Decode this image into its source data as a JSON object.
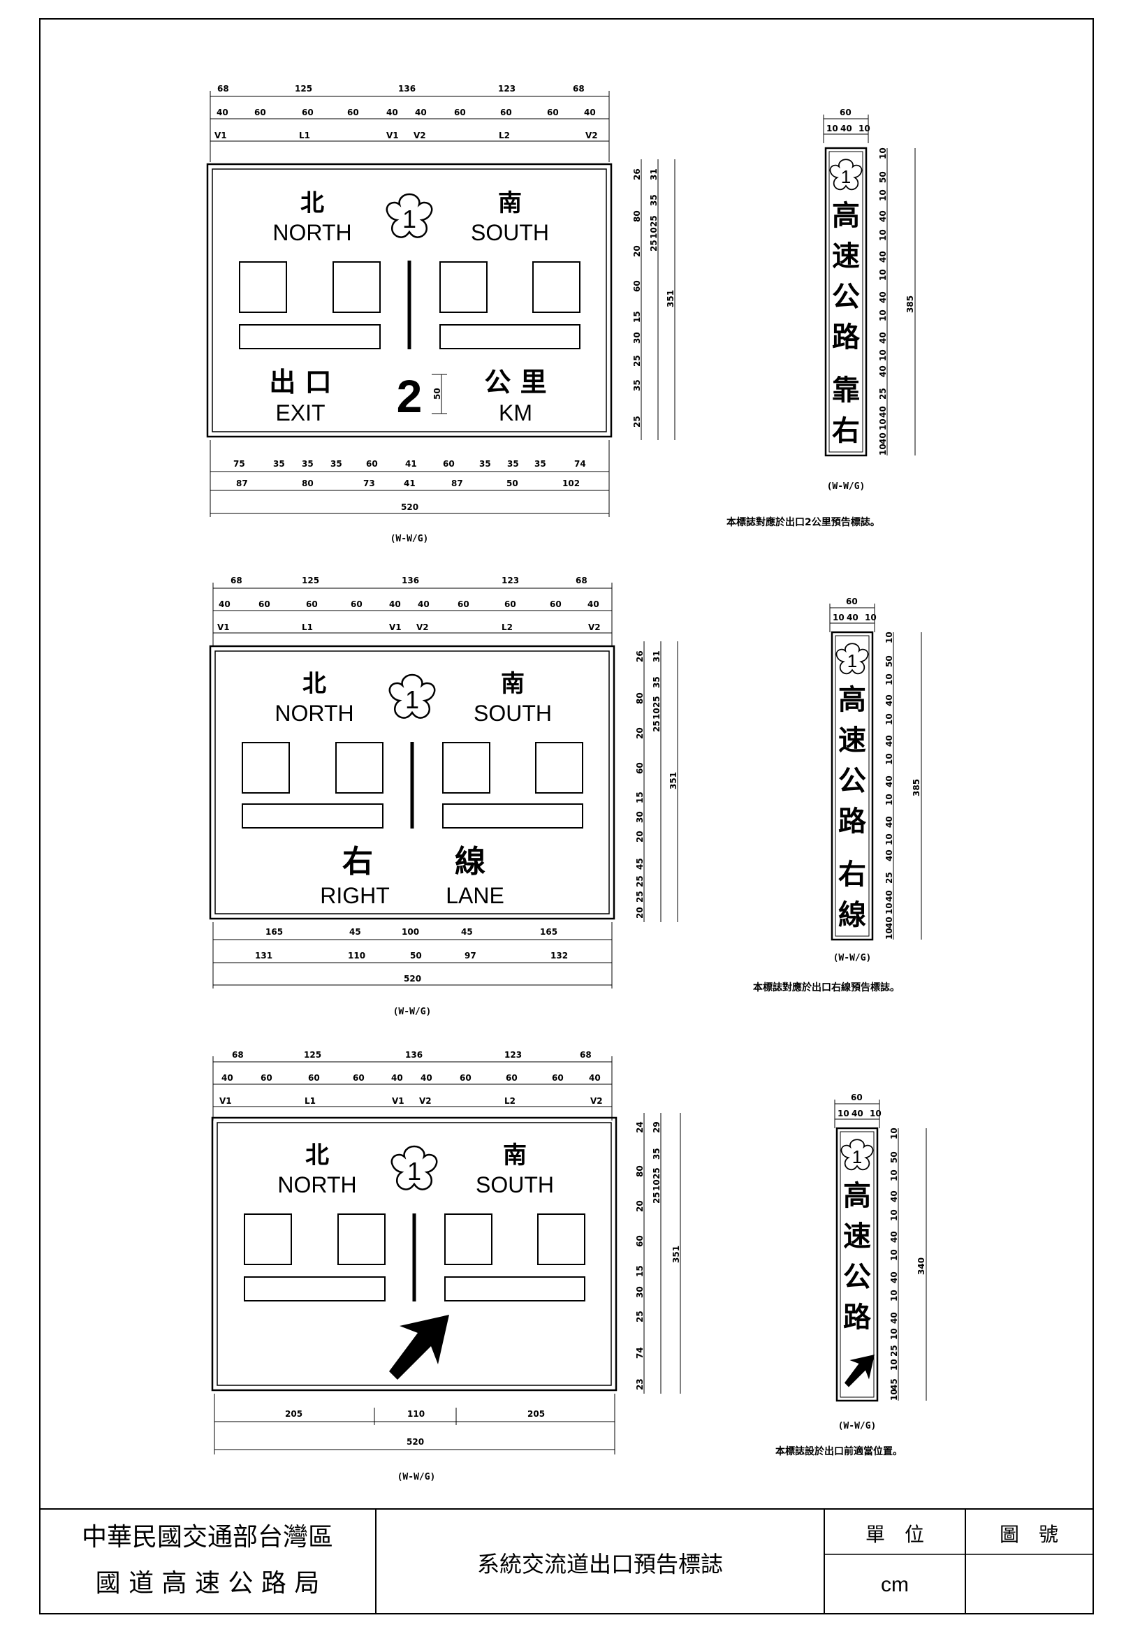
{
  "common": {
    "north_cn": "北",
    "north_en": "NORTH",
    "south_cn": "南",
    "south_en": "SOUTH",
    "route": "1",
    "caption": "(W-W/G)",
    "top_dims": [
      "68",
      "125",
      "136",
      "123",
      "68"
    ],
    "mid_dims": [
      "40",
      "60",
      "60",
      "60",
      "40",
      "40",
      "60",
      "60",
      "60",
      "40"
    ],
    "zones": [
      "V1",
      "L1",
      "V1",
      "V2",
      "L2",
      "V2"
    ],
    "width_total": "520",
    "height_total": "351"
  },
  "sign1": {
    "exit_cn": "出 口",
    "exit_en": "EXIT",
    "num": "2",
    "num_dim": "50",
    "km_cn": "公 里",
    "km_en": "KM",
    "right_dims": [
      "26",
      "80",
      "20",
      "60",
      "15",
      "30",
      "25",
      "35",
      "25"
    ],
    "right_dims2": [
      "31",
      "35",
      "25",
      "10",
      "25"
    ],
    "bottom1": [
      "75",
      "35",
      "35",
      "35",
      "60",
      "41",
      "60",
      "35",
      "35",
      "35",
      "74"
    ],
    "bottom2": [
      "87",
      "80",
      "73",
      "41",
      "87",
      "50",
      "102"
    ]
  },
  "sign2": {
    "right_cn": "右",
    "line_cn": "線",
    "right_en": "RIGHT",
    "lane_en": "LANE",
    "right_dims": [
      "26",
      "80",
      "20",
      "60",
      "15",
      "30",
      "20",
      "45",
      "25",
      "25",
      "20"
    ],
    "right_dims2": [
      "31",
      "35",
      "25",
      "10",
      "25"
    ],
    "bottom1": [
      "165",
      "45",
      "100",
      "45",
      "165"
    ],
    "bottom2": [
      "131",
      "110",
      "50",
      "97",
      "132"
    ]
  },
  "sign3": {
    "right_dims": [
      "24",
      "80",
      "20",
      "60",
      "15",
      "30",
      "25",
      "74",
      "23"
    ],
    "right_dims2": [
      "29",
      "35",
      "25",
      "10",
      "25"
    ],
    "bottom1": [
      "205",
      "110",
      "205"
    ]
  },
  "side1": {
    "width": "60",
    "sub": [
      "10",
      "40",
      "10"
    ],
    "chars": [
      "高",
      "速",
      "公",
      "路",
      "靠",
      "右"
    ],
    "height": "385",
    "dims": [
      "10",
      "50",
      "10",
      "40",
      "10",
      "40",
      "10",
      "40",
      "10",
      "40",
      "10",
      "40",
      "25",
      "40",
      "10",
      "40",
      "10"
    ],
    "note": "本標誌對應於出口2公里預告標誌。"
  },
  "side2": {
    "width": "60",
    "sub": [
      "10",
      "40",
      "10"
    ],
    "chars": [
      "高",
      "速",
      "公",
      "路",
      "右",
      "線"
    ],
    "height": "385",
    "dims": [
      "10",
      "50",
      "10",
      "40",
      "10",
      "40",
      "10",
      "40",
      "10",
      "40",
      "10",
      "40",
      "25",
      "40",
      "10",
      "40",
      "10"
    ],
    "note": "本標誌對應於出口右線預告標誌。"
  },
  "side3": {
    "width": "60",
    "sub": [
      "10",
      "40",
      "10"
    ],
    "chars": [
      "高",
      "速",
      "公",
      "路"
    ],
    "height": "340",
    "dims": [
      "10",
      "50",
      "10",
      "40",
      "10",
      "40",
      "10",
      "40",
      "10",
      "40",
      "10",
      "25",
      "10",
      "45",
      "10"
    ],
    "note": "本標誌設於出口前適當位置。"
  },
  "title_block": {
    "org_line1": "中華民國交通部台灣區",
    "org_line2": "國 道 高 速 公 路 局",
    "title": "系統交流道出口預告標誌",
    "unit_label": "單　位",
    "unit_value": "cm",
    "drawing_no_label": "圖　號",
    "drawing_no_value": ""
  }
}
